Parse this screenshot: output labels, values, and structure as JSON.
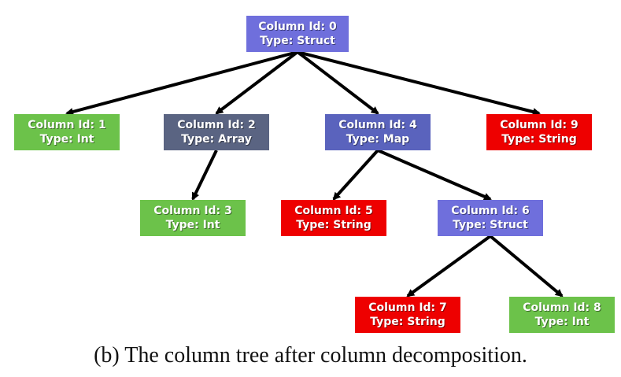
{
  "colors": {
    "struct": "#6f6fdc",
    "int": "#6cc24a",
    "array": "#5a6482",
    "map": "#5a63bd",
    "string": "#ee0000"
  },
  "nodes": [
    {
      "id": "0",
      "line1": "Column Id: 0",
      "line2": "Type: Struct",
      "type": "struct"
    },
    {
      "id": "1",
      "line1": "Column Id: 1",
      "line2": "Type: Int",
      "type": "int"
    },
    {
      "id": "2",
      "line1": "Column Id: 2",
      "line2": "Type: Array",
      "type": "array"
    },
    {
      "id": "4",
      "line1": "Column Id: 4",
      "line2": "Type: Map",
      "type": "map"
    },
    {
      "id": "9",
      "line1": "Column Id: 9",
      "line2": "Type: String",
      "type": "string"
    },
    {
      "id": "3",
      "line1": "Column Id: 3",
      "line2": "Type: Int",
      "type": "int"
    },
    {
      "id": "5",
      "line1": "Column Id: 5",
      "line2": "Type: String",
      "type": "string"
    },
    {
      "id": "6",
      "line1": "Column Id: 6",
      "line2": "Type: Struct",
      "type": "struct"
    },
    {
      "id": "7",
      "line1": "Column Id: 7",
      "line2": "Type: String",
      "type": "string"
    },
    {
      "id": "8",
      "line1": "Column Id: 8",
      "line2": "Type: Int",
      "type": "int"
    }
  ],
  "edges": [
    {
      "from": "0",
      "to": "1"
    },
    {
      "from": "0",
      "to": "2"
    },
    {
      "from": "0",
      "to": "4"
    },
    {
      "from": "0",
      "to": "9"
    },
    {
      "from": "2",
      "to": "3"
    },
    {
      "from": "4",
      "to": "5"
    },
    {
      "from": "4",
      "to": "6"
    },
    {
      "from": "6",
      "to": "7"
    },
    {
      "from": "6",
      "to": "8"
    }
  ],
  "caption": "(b)  The column tree after column decomposition."
}
